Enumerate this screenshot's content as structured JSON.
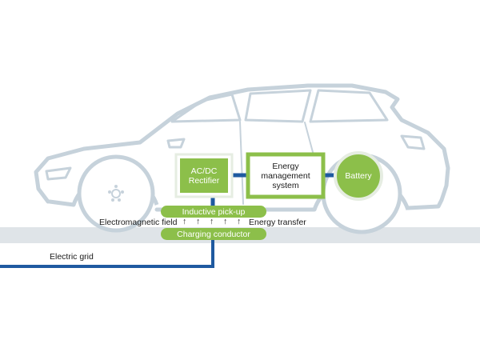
{
  "labels": {
    "rectifier": "AC/DC Rectifier",
    "energy_management": "Energy management system",
    "battery": "Battery",
    "inductive_pickup": "Inductive pick-up",
    "electromagnetic_field": "Electromagnetic field",
    "energy_transfer": "Energy transfer",
    "charging_conductor": "Charging conductor",
    "electric_grid": "Electric grid",
    "arrows": [
      "↑",
      "↑",
      "↑",
      "↑",
      "↑"
    ]
  },
  "colors": {
    "green": "#8cbf4a",
    "green_border": "#8cbf4a",
    "blue": "#1f5aa0",
    "car_outline": "#c6d2db",
    "road": "#dfe4e8"
  }
}
